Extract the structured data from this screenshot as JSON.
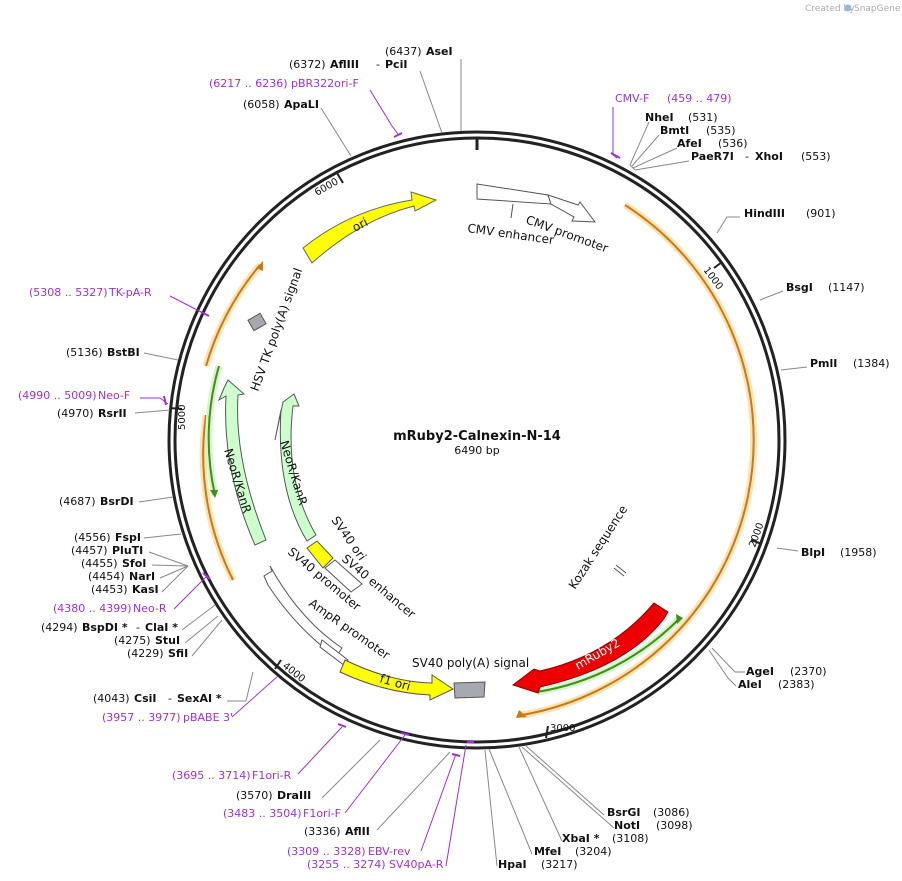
{
  "credit": {
    "text": "Created by",
    "app": "SnapGene"
  },
  "plasmid": {
    "name": "mRuby2-Calnexin-N-14",
    "size_label": "6490 bp"
  },
  "colors": {
    "backbone": "#222222",
    "primer": "#9b30d9",
    "ori": "#ffff00",
    "neo": "#ccffcc",
    "promoter": "#ffffff",
    "mruby": "#ee0000",
    "orf": "#f0a020",
    "polyA": "#a6aab0"
  },
  "ticks": [
    "1000",
    "2000",
    "3000",
    "4000",
    "5000",
    "6000"
  ],
  "sites": {
    "cmv_f": {
      "pos": "(459 .. 479)",
      "name": "CMV-F"
    },
    "nhei": {
      "name": "NheI",
      "pos": "(531)"
    },
    "bmti": {
      "name": "BmtI",
      "pos": "(535)"
    },
    "afei": {
      "name": "AfeI",
      "pos": "(536)"
    },
    "paer7i": {
      "name": "PaeR7I",
      "sep": "-",
      "name2": "XhoI",
      "pos": "(553)"
    },
    "hindiii": {
      "name": "HindIII",
      "pos": "(901)"
    },
    "bsgi": {
      "name": "BsgI",
      "pos": "(1147)"
    },
    "pmli": {
      "name": "PmlI",
      "pos": "(1384)"
    },
    "blpi": {
      "name": "BlpI",
      "pos": "(1958)"
    },
    "agei": {
      "name": "AgeI",
      "pos": "(2370)"
    },
    "alei": {
      "name": "AleI",
      "pos": "(2383)"
    },
    "bsrgi": {
      "name": "BsrGI",
      "pos": "(3086)"
    },
    "noti": {
      "name": "NotI",
      "pos": "(3098)"
    },
    "xbai": {
      "name": "XbaI *",
      "pos": "(3108)"
    },
    "mfei": {
      "name": "MfeI",
      "pos": "(3204)"
    },
    "hpai": {
      "name": "HpaI",
      "pos": "(3217)"
    },
    "sv40pa_r": {
      "pos": "(3255 .. 3274)",
      "name": "SV40pA-R"
    },
    "ebv_rev": {
      "pos": "(3309 .. 3328)",
      "name": "EBV-rev"
    },
    "afliii_b": {
      "pos": "(3336)",
      "name": "AflII"
    },
    "f1ori_f": {
      "pos": "(3483 .. 3504)",
      "name": "F1ori-F"
    },
    "draiii": {
      "pos": "(3570)",
      "name": "DraIII"
    },
    "f1ori_r": {
      "pos": "(3695 .. 3714)",
      "name": "F1ori-R"
    },
    "pbabe3": {
      "pos": "(3957 .. 3977)",
      "name": "pBABE 3'"
    },
    "csii": {
      "pos": "(4043)",
      "name": "CsiI",
      "sep": "-",
      "name2": "SexAI *"
    },
    "sfii": {
      "pos": "(4229)",
      "name": "SfiI"
    },
    "stui": {
      "pos": "(4275)",
      "name": "StuI"
    },
    "bspdi": {
      "pos": "(4294)",
      "name": "BspDI *",
      "sep": "-",
      "name2": "ClaI *"
    },
    "neo_r": {
      "pos": "(4380 .. 4399)",
      "name": "Neo-R"
    },
    "kasi": {
      "pos": "(4453)",
      "name": "KasI"
    },
    "nari": {
      "pos": "(4454)",
      "name": "NarI"
    },
    "sfoi": {
      "pos": "(4455)",
      "name": "SfoI"
    },
    "pluti": {
      "pos": "(4457)",
      "name": "PluTI"
    },
    "fspi": {
      "pos": "(4556)",
      "name": "FspI"
    },
    "bsrdi": {
      "pos": "(4687)",
      "name": "BsrDI"
    },
    "rsrii": {
      "pos": "(4970)",
      "name": "RsrII"
    },
    "neo_f": {
      "pos": "(4990 .. 5009)",
      "name": "Neo-F"
    },
    "bstbi": {
      "pos": "(5136)",
      "name": "BstBI"
    },
    "tkpa_r": {
      "pos": "(5308 .. 5327)",
      "name": "TK-pA-R"
    },
    "apali": {
      "pos": "(6058)",
      "name": "ApaLI"
    },
    "pbr322": {
      "pos": "(6217 .. 6236)",
      "name": "pBR322ori-F"
    },
    "afliii": {
      "pos": "(6372)",
      "name": "AflIII",
      "sep": "-",
      "name2": "PciI"
    },
    "asei": {
      "pos": "(6437)",
      "name": "AseI"
    }
  },
  "features": {
    "cmv_enhancer": "CMV enhancer",
    "cmv_promoter": "CMV promoter",
    "kozak": "Kozak sequence",
    "mruby2": "mRuby2",
    "sv40_polya": "SV40 poly(A) signal",
    "f1_ori": "f1 ori",
    "ampr_promoter": "AmpR promoter",
    "sv40_promoter": "SV40 promoter",
    "sv40_enhancer": "SV40 enhancer",
    "sv40_ori": "SV40 ori",
    "neokanr_outer": "NeoR/KanR",
    "neokanr_inner": "NeoR/KanR",
    "hsv_tk": "HSV TK poly(A) signal",
    "ori": "ori"
  }
}
